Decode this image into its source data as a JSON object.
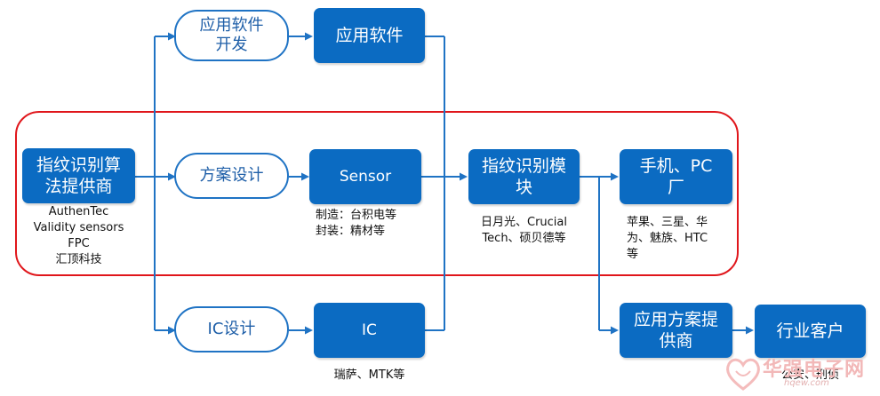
{
  "nodes": {
    "algorithm_provider": "指纹识别算\n法提供商",
    "app_software_dev": "应用软件\n开发",
    "app_software": "应用软件",
    "solution_design": "方案设计",
    "sensor": "Sensor",
    "fp_module": "指纹识别模\n块",
    "phone_pc_maker": "手机、PC\n厂",
    "ic_design": "IC设计",
    "ic": "IC",
    "app_solution_provider": "应用方案提\n供商",
    "industry_customer": "行业客户"
  },
  "captions": {
    "algorithm_provider": [
      "AuthenTec",
      "Validity sensors",
      "FPC",
      "汇顶科技"
    ],
    "sensor": [
      "制造：台积电等",
      "封装：精材等"
    ],
    "fp_module": [
      "日月光、Crucial",
      "Tech、硕贝德等"
    ],
    "phone_pc_maker": [
      "苹果、三星、华",
      "为、魅族、HTC",
      "等"
    ],
    "ic": [
      "瑞萨、MTK等"
    ],
    "industry_customer": [
      "公安、刑侦"
    ]
  },
  "colors": {
    "box_fill": "#0b6bc2",
    "oval_border": "#1f73c4",
    "arrow": "#1f73c4",
    "highlight_frame": "#e0161b"
  },
  "watermark": {
    "text": "华强电子网",
    "url": "hqew.com"
  }
}
